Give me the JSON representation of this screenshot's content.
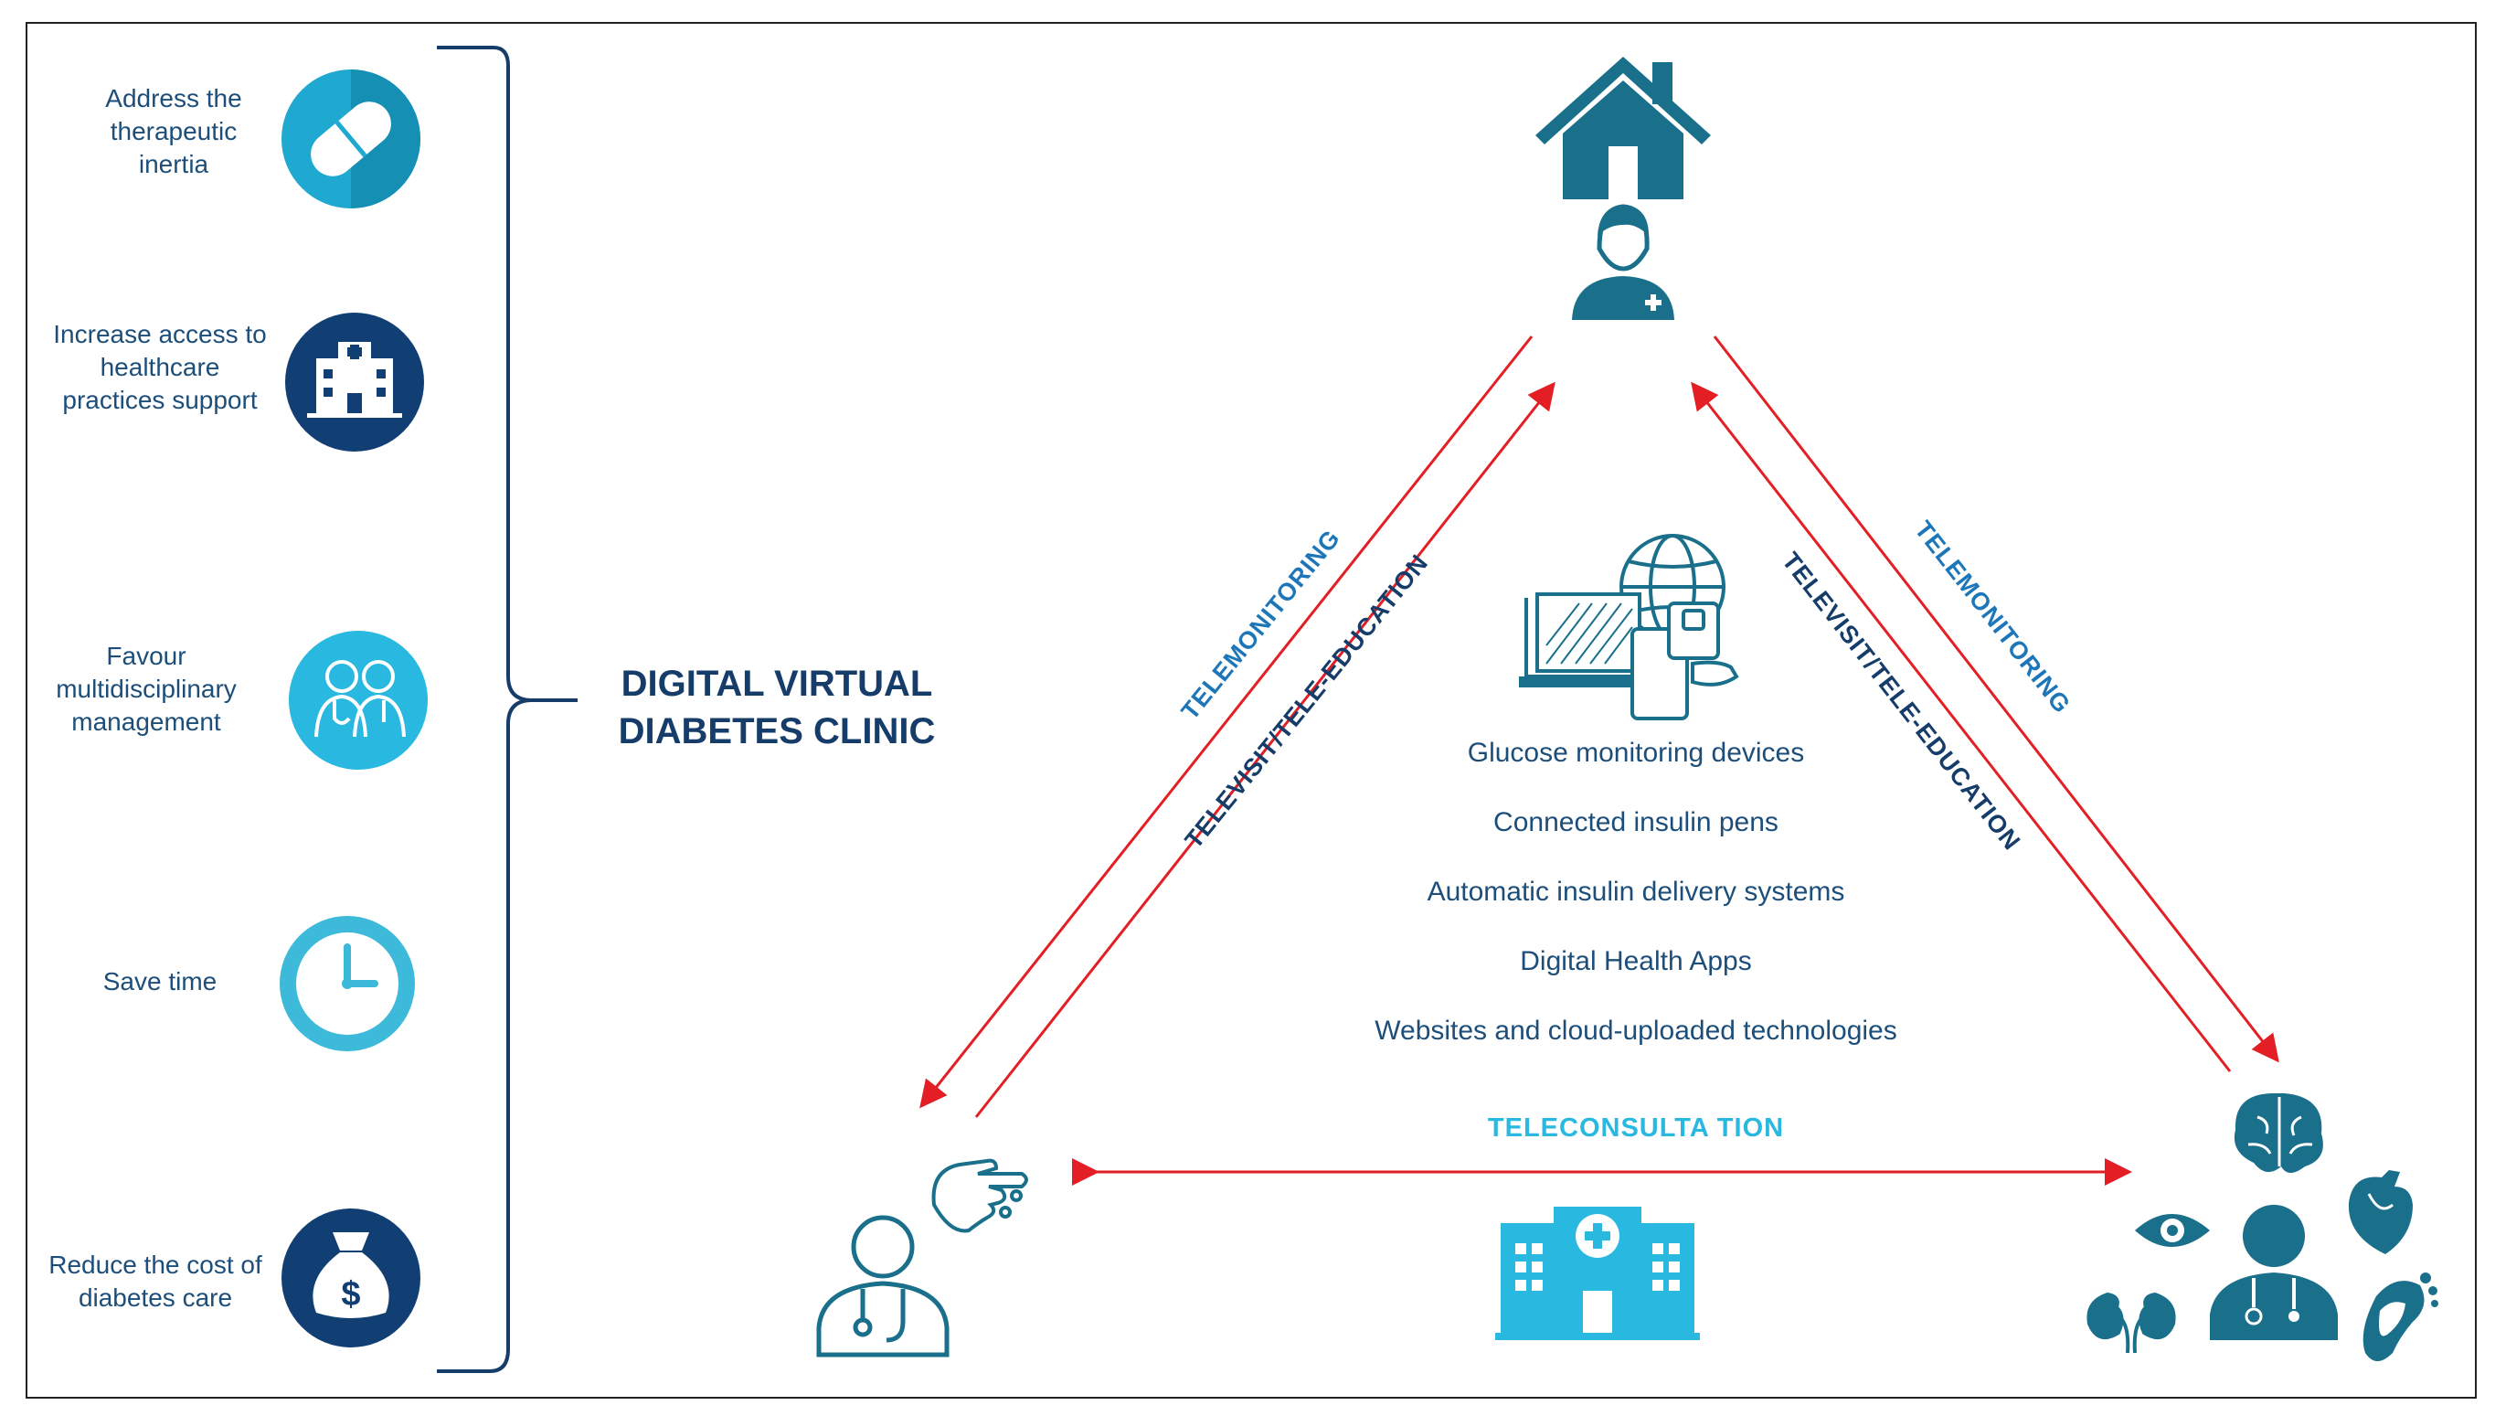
{
  "benefits": [
    {
      "label": "Address the therapeutic inertia",
      "icon": "pill-icon"
    },
    {
      "label": "Increase access to healthcare practices support",
      "icon": "hospital-icon"
    },
    {
      "label": "Favour multidisciplinary management",
      "icon": "doctors-icon"
    },
    {
      "label": "Save time",
      "icon": "clock-icon"
    },
    {
      "label": "Reduce the cost of diabetes care",
      "icon": "money-bag-icon"
    }
  ],
  "title": "DIGITAL VIRTUAL DIABETES CLINIC",
  "technologies": [
    "Glucose monitoring devices",
    "Connected insulin pens",
    "Automatic insulin delivery systems",
    "Digital Health Apps",
    "Websites and cloud-uploaded technologies"
  ],
  "links": {
    "left_outer": "TELEMONITORING",
    "left_inner": "TELEVISIT/TELE-EDUCATION",
    "right_inner": "TELEVISIT/TELE-EDUCATION",
    "right_outer": "TELEMONITORING",
    "bottom": "TELECONSULTA TION"
  },
  "colors": {
    "navy": "#163d6a",
    "teal": "#1a6f8a",
    "cyan": "#29b8e0",
    "arrow_red": "#e31e24",
    "text_blue": "#1d4e7a"
  }
}
